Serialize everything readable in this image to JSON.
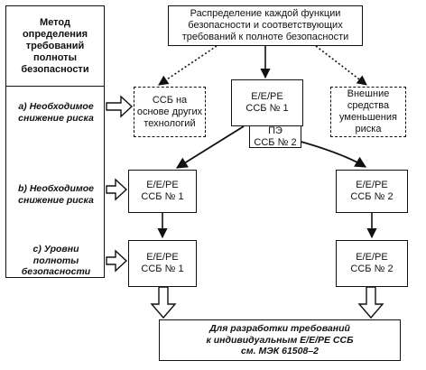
{
  "side": {
    "method_title": [
      "Метод",
      "определения",
      "требований",
      "полноты",
      "безопасности"
    ],
    "label_a": [
      "a) Необходимое",
      "снижение риска"
    ],
    "label_b": [
      "b) Необходимое",
      "снижение риска"
    ],
    "label_c": [
      "c) Уровни",
      "полноты",
      "безопасности"
    ]
  },
  "top": {
    "distribution": [
      "Распределение каждой функции",
      "безопасности и соответствующих",
      "требований к полноте безопасности"
    ]
  },
  "row1": {
    "other_tech": [
      "ССБ на",
      "основе других",
      "технологий"
    ],
    "ssb1": [
      "Е/Е/РЕ",
      "ССБ № 1"
    ],
    "external": [
      "Внешние",
      "средства",
      "уменьшения",
      "риска"
    ],
    "pe_ssb2": [
      "ПЭ",
      "ССБ № 2"
    ]
  },
  "row2": {
    "left": [
      "Е/Е/РЕ",
      "ССБ № 1"
    ],
    "right": [
      "Е/Е/РЕ",
      "ССБ № 2"
    ]
  },
  "row3": {
    "left": [
      "Е/Е/РЕ",
      "ССБ № 1"
    ],
    "right": [
      "Е/Е/РЕ",
      "ССБ № 2"
    ]
  },
  "bottom": {
    "requirements": [
      "Для разработки требований",
      "к индивидуальным Е/Е/РЕ ССБ",
      "см. МЭК 61508–2"
    ]
  }
}
